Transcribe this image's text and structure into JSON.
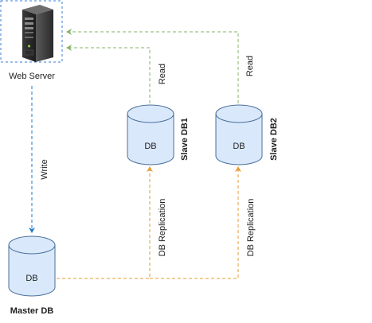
{
  "nodes": {
    "web_server": {
      "label": "Web Server"
    },
    "master_db": {
      "label": "Master DB",
      "icon_text": "DB"
    },
    "slave_db1": {
      "label": "Slave DB1",
      "icon_text": "DB"
    },
    "slave_db2": {
      "label": "Slave DB2",
      "icon_text": "DB"
    }
  },
  "edges": {
    "write": {
      "label": "Write",
      "color": "#1f7acb"
    },
    "read1": {
      "label": "Read",
      "color": "#82b366"
    },
    "read2": {
      "label": "Read",
      "color": "#82b366"
    },
    "replication1": {
      "label": "DB Replication",
      "color": "#e59b33"
    },
    "replication2": {
      "label": "DB Replication",
      "color": "#e59b33"
    }
  },
  "colors": {
    "db_fill": "#dae8fc",
    "db_stroke": "#4a6f99",
    "server_selection": "#3a7bd5"
  },
  "icons": {
    "web_server": "server-tower-icon",
    "database": "database-cylinder-icon"
  }
}
